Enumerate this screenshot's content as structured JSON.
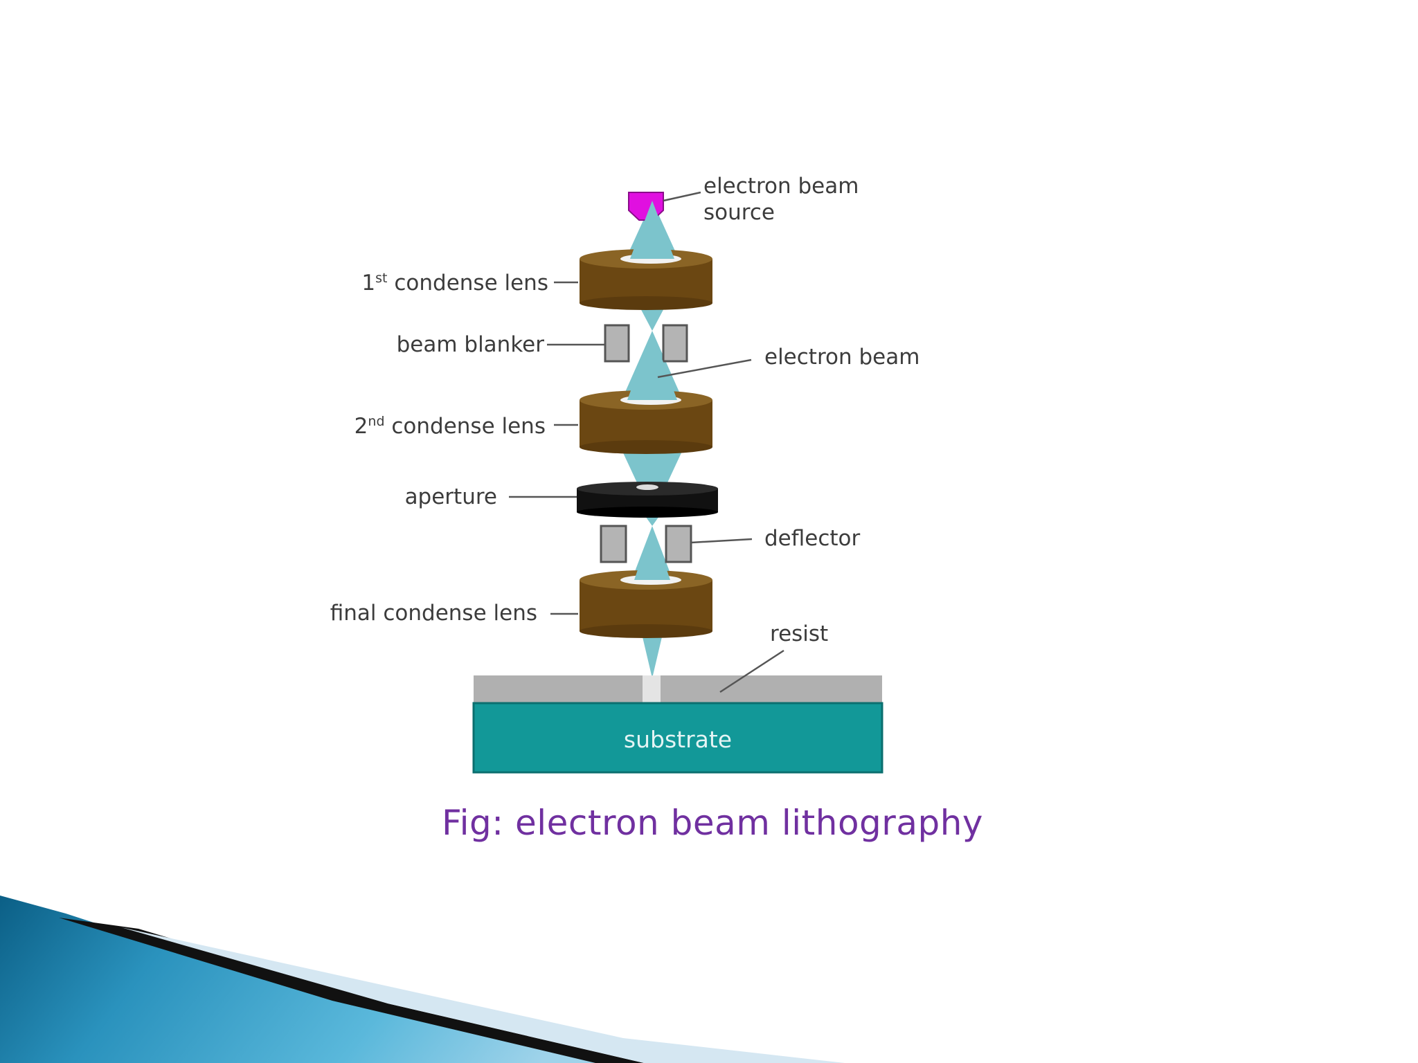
{
  "diagram": {
    "labels": {
      "source_line1": "electron beam",
      "source_line2": "source",
      "condense1_num": "1",
      "condense1_sup": "st",
      "condense1_text": " condense lens",
      "beam_blanker": "beam blanker",
      "electron_beam": "electron beam",
      "condense2_num": "2",
      "condense2_sup": "nd",
      "condense2_text": " condense lens",
      "aperture": "aperture",
      "deflector": "deflector",
      "final_condense": "final condense lens",
      "resist": "resist",
      "substrate": "substrate"
    },
    "colors": {
      "source": "#e010e0",
      "beam": "#7cc4cc",
      "lens": "#6b4712",
      "aperture": "#111111",
      "blocks": "#b4b4b4",
      "resist": "#b0b0b0",
      "substrate": "#129898",
      "caption": "#7030a0"
    }
  },
  "caption": "Fig: electron beam lithography"
}
